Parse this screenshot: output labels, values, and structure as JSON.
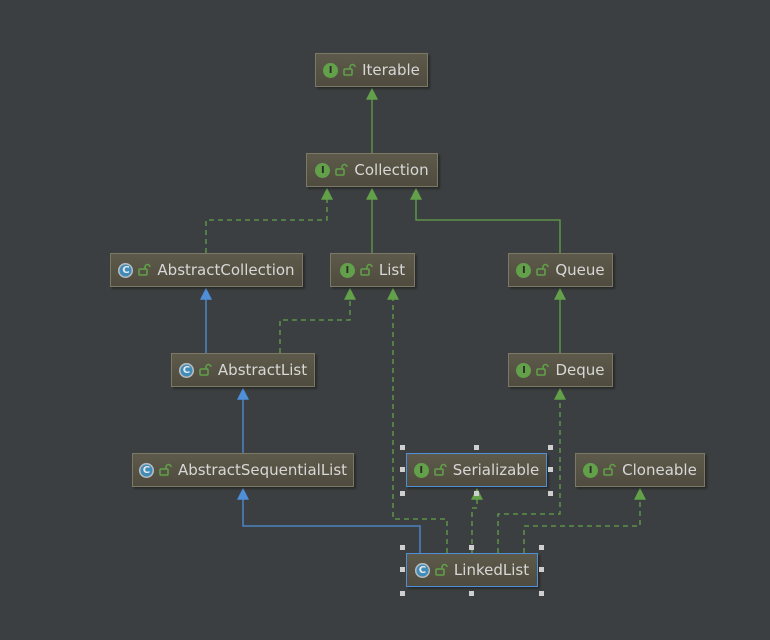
{
  "colors": {
    "background": "#3c3f41",
    "node_fill": "#55523f",
    "interface_badge": "#62a14a",
    "class_badge": "#3f8cb8",
    "extends_interface_arrow": "#62a14a",
    "implements_arrow": "#62a14a",
    "extends_class_arrow": "#4e8fd8",
    "selection": "#4e8fd8"
  },
  "nodes": [
    {
      "id": "iterable",
      "label": "Iterable",
      "kind": "interface",
      "badge": "I",
      "icon": "interface-icon"
    },
    {
      "id": "collection",
      "label": "Collection",
      "kind": "interface",
      "badge": "I",
      "icon": "interface-icon"
    },
    {
      "id": "abstract_collection",
      "label": "AbstractCollection",
      "kind": "abstract-class",
      "badge": "C",
      "icon": "abstract-class-icon"
    },
    {
      "id": "list",
      "label": "List",
      "kind": "interface",
      "badge": "I",
      "icon": "interface-icon"
    },
    {
      "id": "queue",
      "label": "Queue",
      "kind": "interface",
      "badge": "I",
      "icon": "interface-icon"
    },
    {
      "id": "abstract_list",
      "label": "AbstractList",
      "kind": "abstract-class",
      "badge": "C",
      "icon": "abstract-class-icon"
    },
    {
      "id": "deque",
      "label": "Deque",
      "kind": "interface",
      "badge": "I",
      "icon": "interface-icon"
    },
    {
      "id": "abstract_sequential_list",
      "label": "AbstractSequentialList",
      "kind": "abstract-class",
      "badge": "C",
      "icon": "abstract-class-icon"
    },
    {
      "id": "serializable",
      "label": "Serializable",
      "kind": "interface",
      "badge": "I",
      "icon": "interface-icon",
      "selected": true
    },
    {
      "id": "cloneable",
      "label": "Cloneable",
      "kind": "interface",
      "badge": "I",
      "icon": "interface-icon"
    },
    {
      "id": "linked_list",
      "label": "LinkedList",
      "kind": "class",
      "badge": "C",
      "icon": "class-icon",
      "selected": true
    }
  ],
  "edges": [
    {
      "from": "collection",
      "to": "iterable",
      "type": "extends-interface"
    },
    {
      "from": "list",
      "to": "collection",
      "type": "extends-interface"
    },
    {
      "from": "queue",
      "to": "collection",
      "type": "extends-interface"
    },
    {
      "from": "abstract_collection",
      "to": "collection",
      "type": "implements"
    },
    {
      "from": "abstract_list",
      "to": "abstract_collection",
      "type": "extends-class"
    },
    {
      "from": "abstract_list",
      "to": "list",
      "type": "implements"
    },
    {
      "from": "deque",
      "to": "queue",
      "type": "extends-interface"
    },
    {
      "from": "abstract_sequential_list",
      "to": "abstract_list",
      "type": "extends-class"
    },
    {
      "from": "linked_list",
      "to": "abstract_sequential_list",
      "type": "extends-class"
    },
    {
      "from": "linked_list",
      "to": "list",
      "type": "implements"
    },
    {
      "from": "linked_list",
      "to": "serializable",
      "type": "implements"
    },
    {
      "from": "linked_list",
      "to": "deque",
      "type": "implements"
    },
    {
      "from": "linked_list",
      "to": "cloneable",
      "type": "implements"
    }
  ]
}
